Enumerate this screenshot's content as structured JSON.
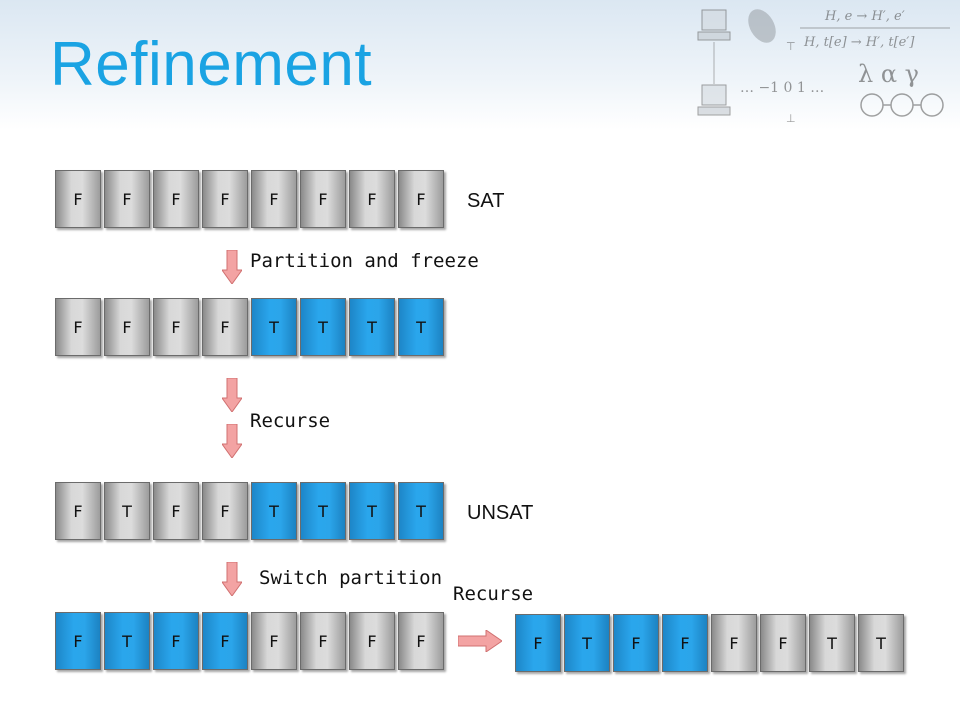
{
  "title": "Refinement",
  "colors": {
    "title": "#1aa3e3",
    "cell_true": "#2aa6ec",
    "cell_false": "#d8d8d8",
    "arrow": "#f3a3a3"
  },
  "rows": [
    {
      "name": "row-1",
      "cells": [
        "F",
        "F",
        "F",
        "F",
        "F",
        "F",
        "F",
        "F"
      ],
      "shaded": [
        0,
        0,
        0,
        0,
        0,
        0,
        0,
        0
      ],
      "state": "SAT"
    },
    {
      "name": "row-2",
      "cells": [
        "F",
        "F",
        "F",
        "F",
        "T",
        "T",
        "T",
        "T"
      ],
      "shaded": [
        0,
        0,
        0,
        0,
        1,
        1,
        1,
        1
      ],
      "state": ""
    },
    {
      "name": "row-3",
      "cells": [
        "F",
        "T",
        "F",
        "F",
        "T",
        "T",
        "T",
        "T"
      ],
      "shaded": [
        0,
        0,
        0,
        0,
        1,
        1,
        1,
        1
      ],
      "state": "UNSAT"
    },
    {
      "name": "row-4",
      "cells": [
        "F",
        "T",
        "F",
        "F",
        "F",
        "F",
        "F",
        "F"
      ],
      "shaded": [
        1,
        1,
        1,
        1,
        0,
        0,
        0,
        0
      ],
      "state": ""
    },
    {
      "name": "row-5",
      "cells": [
        "F",
        "T",
        "F",
        "F",
        "F",
        "F",
        "T",
        "T"
      ],
      "shaded": [
        1,
        1,
        1,
        1,
        0,
        0,
        0,
        0
      ],
      "state": ""
    }
  ],
  "steps": {
    "partition": "Partition and freeze",
    "recurse": "Recurse",
    "switch": "Switch partition",
    "recurse2": "Recurse"
  },
  "deco": {
    "rule1": "H, e → H′, e′",
    "rule2": "H, t[e] → H′, t[e′]",
    "lattice": "… −1  0  1 …",
    "lambda": "λ α γ",
    "top": "⊤",
    "bottom": "⊥"
  }
}
